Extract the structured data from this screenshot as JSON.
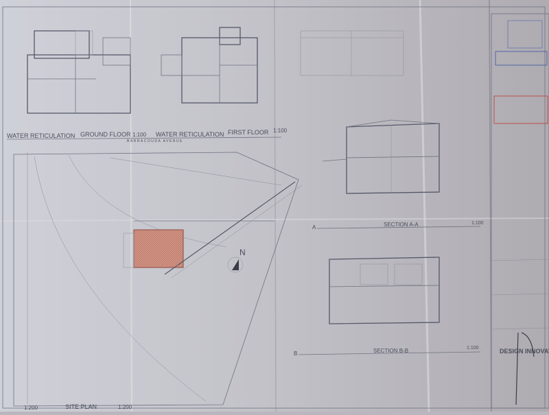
{
  "drawing": {
    "plan_titles": {
      "ground": {
        "label": "WATER RETICULATION",
        "floor": "GROUND FLOOR",
        "scale": "1:100"
      },
      "first": {
        "label": "WATER RETICULATION",
        "floor": "FIRST FLOOR",
        "scale": "1:100"
      }
    },
    "street_name": "BARRACOUDA AVENUE",
    "site_plan": {
      "title": "SITE PLAN",
      "scale_left": "1:200",
      "scale_right": "1:200"
    },
    "north_label": "N",
    "section_a": {
      "marker": "A",
      "title": "SECTION A-A",
      "scale": "1:100"
    },
    "section_b": {
      "marker": "B",
      "title": "SECTION B-B",
      "scale": "1:100"
    },
    "title_block": {
      "company": "DESIGN INNOVATION"
    },
    "colors": {
      "paper_light": "#cfd1d8",
      "paper_dark": "#b3b0b6",
      "hatch": "#c9806f",
      "stamp_red": "#c0392b",
      "stamp_blue": "#3a55a8"
    }
  }
}
